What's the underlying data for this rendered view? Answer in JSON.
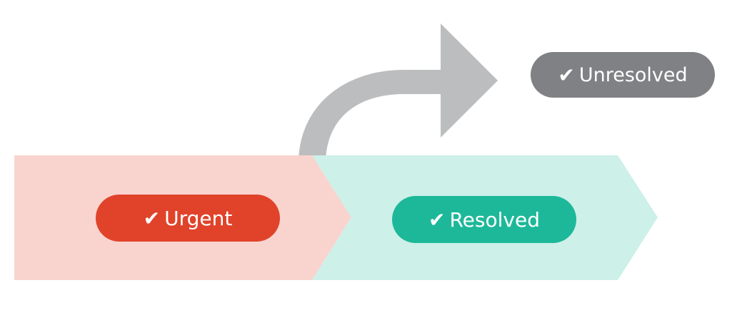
{
  "colors": {
    "urgent_bg": "#f9d4cf",
    "resolved_bg": "#cdf0e9",
    "urgent_pill": "#e0432a",
    "resolved_pill": "#1db899",
    "unresolved_pill": "#808184",
    "arrow": "#bcbdbf"
  },
  "stages": [
    {
      "label": "Urgent",
      "check_icon": "checkmark-icon"
    },
    {
      "label": "Resolved",
      "check_icon": "checkmark-icon"
    }
  ],
  "branch": {
    "label": "Unresolved",
    "check_icon": "checkmark-icon"
  },
  "check_glyph": "✔"
}
